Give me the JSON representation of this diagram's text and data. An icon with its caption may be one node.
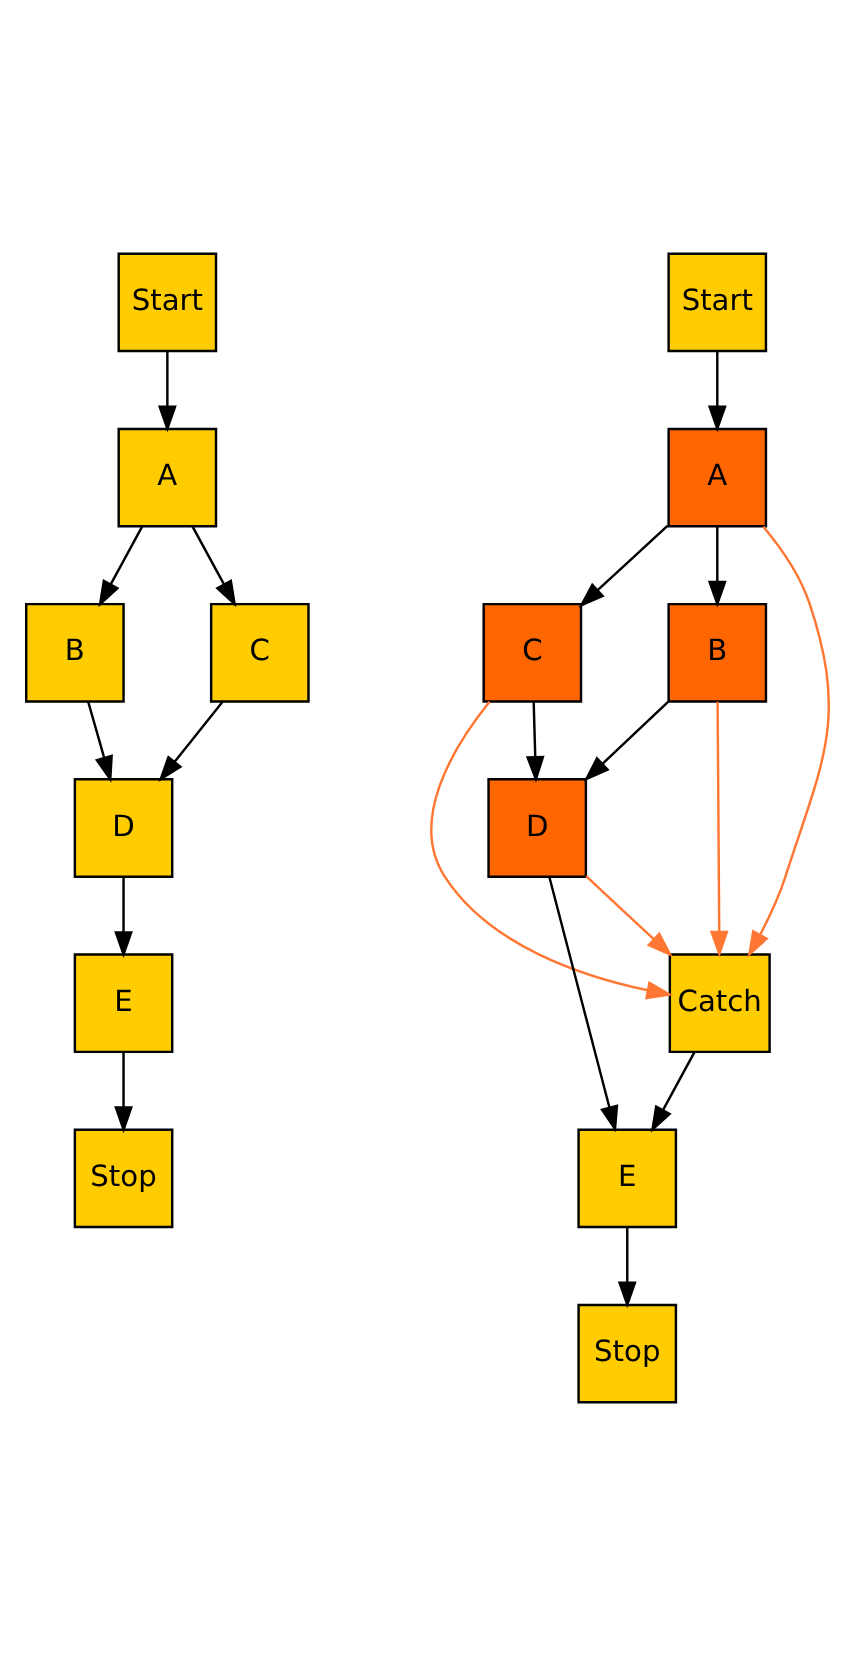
{
  "diagram": {
    "nodes": [
      {
        "text": [
          "Start"
        ]
      },
      {
        "text": [
          "A"
        ]
      },
      {
        "text": [
          "B"
        ]
      },
      {
        "text": [
          "C"
        ]
      },
      {
        "text": [
          "D"
        ]
      },
      {
        "text": [
          "E"
        ]
      },
      {
        "text": [
          "Stop"
        ]
      },
      {
        "text": [
          "Start"
        ]
      },
      {
        "text": [
          "A"
        ]
      },
      {
        "text": [
          "B"
        ]
      },
      {
        "text": [
          "C"
        ]
      },
      {
        "text": [
          "D"
        ]
      },
      {
        "text": [
          "Catch"
        ]
      },
      {
        "text": [
          "E"
        ]
      },
      {
        "text": [
          "Stop"
        ]
      }
    ],
    "edges": [
      {
        "from": 0,
        "to": 1,
        "arrow": "to"
      },
      {
        "from": 1,
        "to": 2,
        "arrow": "to"
      },
      {
        "from": 1,
        "to": 3,
        "arrow": "to"
      },
      {
        "from": 2,
        "to": 4,
        "arrow": "to"
      },
      {
        "from": 3,
        "to": 4,
        "arrow": "to"
      },
      {
        "from": 4,
        "to": 5,
        "arrow": "to"
      },
      {
        "from": 5,
        "to": 6,
        "arrow": "to"
      },
      {
        "from": 7,
        "to": 8,
        "arrow": "to"
      },
      {
        "from": 8,
        "to": 9,
        "arrow": "to"
      },
      {
        "from": 8,
        "to": 10,
        "arrow": "to"
      },
      {
        "from": 8,
        "to": 12,
        "arrow": "to",
        "color": "#ff7733"
      },
      {
        "from": 9,
        "to": 11,
        "arrow": "to"
      },
      {
        "from": 10,
        "to": 11,
        "arrow": "to"
      },
      {
        "from": 9,
        "to": 12,
        "arrow": "to",
        "color": "#ff7733"
      },
      {
        "from": 10,
        "to": 12,
        "arrow": "to",
        "color": "#ff7733"
      },
      {
        "from": 11,
        "to": 12,
        "arrow": "to",
        "color": "#ff7733"
      },
      {
        "from": 11,
        "to": 13,
        "arrow": "to"
      },
      {
        "from": 12,
        "to": 13,
        "arrow": "to"
      },
      {
        "from": 13,
        "to": 14,
        "arrow": "to"
      }
    ]
  }
}
